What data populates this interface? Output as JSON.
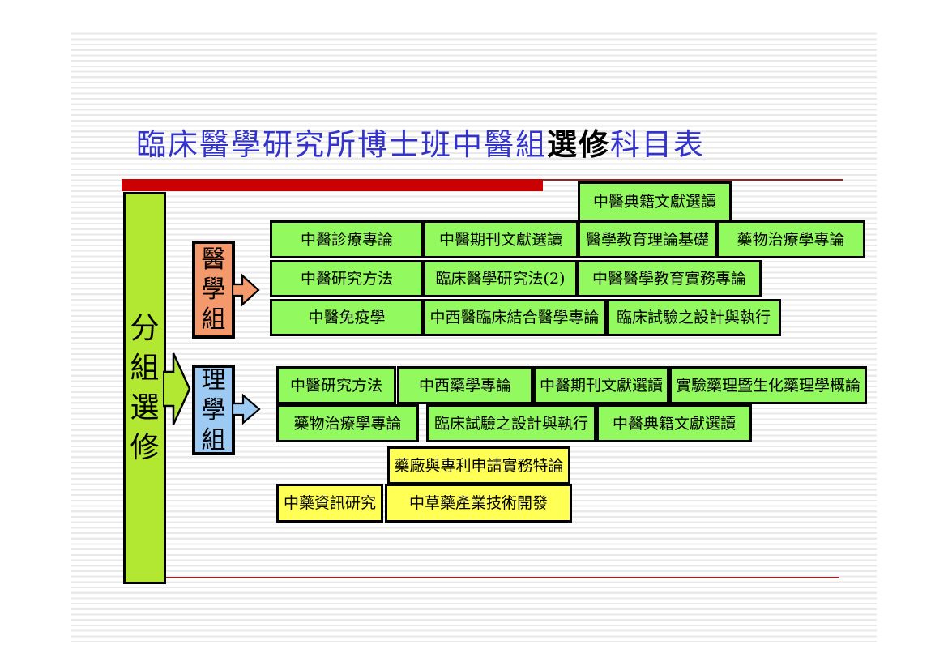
{
  "slide": {
    "title_main": "臨床醫學研究所博士班中醫組",
    "title_emphasis": "選修",
    "title_suffix": "科目表"
  },
  "root_node": {
    "label": "分組選修"
  },
  "medical": {
    "group_label": "醫學組",
    "courses": [
      "中醫典籍文獻選讀",
      "中醫診療專論",
      "中醫期刊文獻選讀",
      "醫學教育理論基礎",
      "藥物治療學專論",
      "中醫研究方法",
      "臨床醫學研究法(2)",
      "中醫醫學教育實務專論",
      "中醫免疫學",
      "中西醫臨床結合醫學專論",
      "臨床試驗之設計與執行"
    ]
  },
  "science": {
    "group_label": "理學組",
    "courses": [
      "中醫研究方法",
      "中西藥學專論",
      "中醫期刊文獻選讀",
      "實驗藥理暨生化藥理學概論",
      "藥物治療學專論",
      "臨床試驗之設計與執行",
      "中醫典籍文獻選讀"
    ]
  },
  "pharma": {
    "courses": [
      "藥廠與專利申請實務特論",
      "中藥資訊研究",
      "中草藥產業技術開發"
    ]
  },
  "colors": {
    "title_text": "#3333CC",
    "title_bar_thick": "#CC0000",
    "accent_line": "#992222",
    "root_fill": "#B2E831",
    "medical_fill": "#F4996B",
    "science_fill": "#9CCAF2",
    "course_fill": "#92F95F",
    "pharma_fill": "#FFFF55"
  }
}
